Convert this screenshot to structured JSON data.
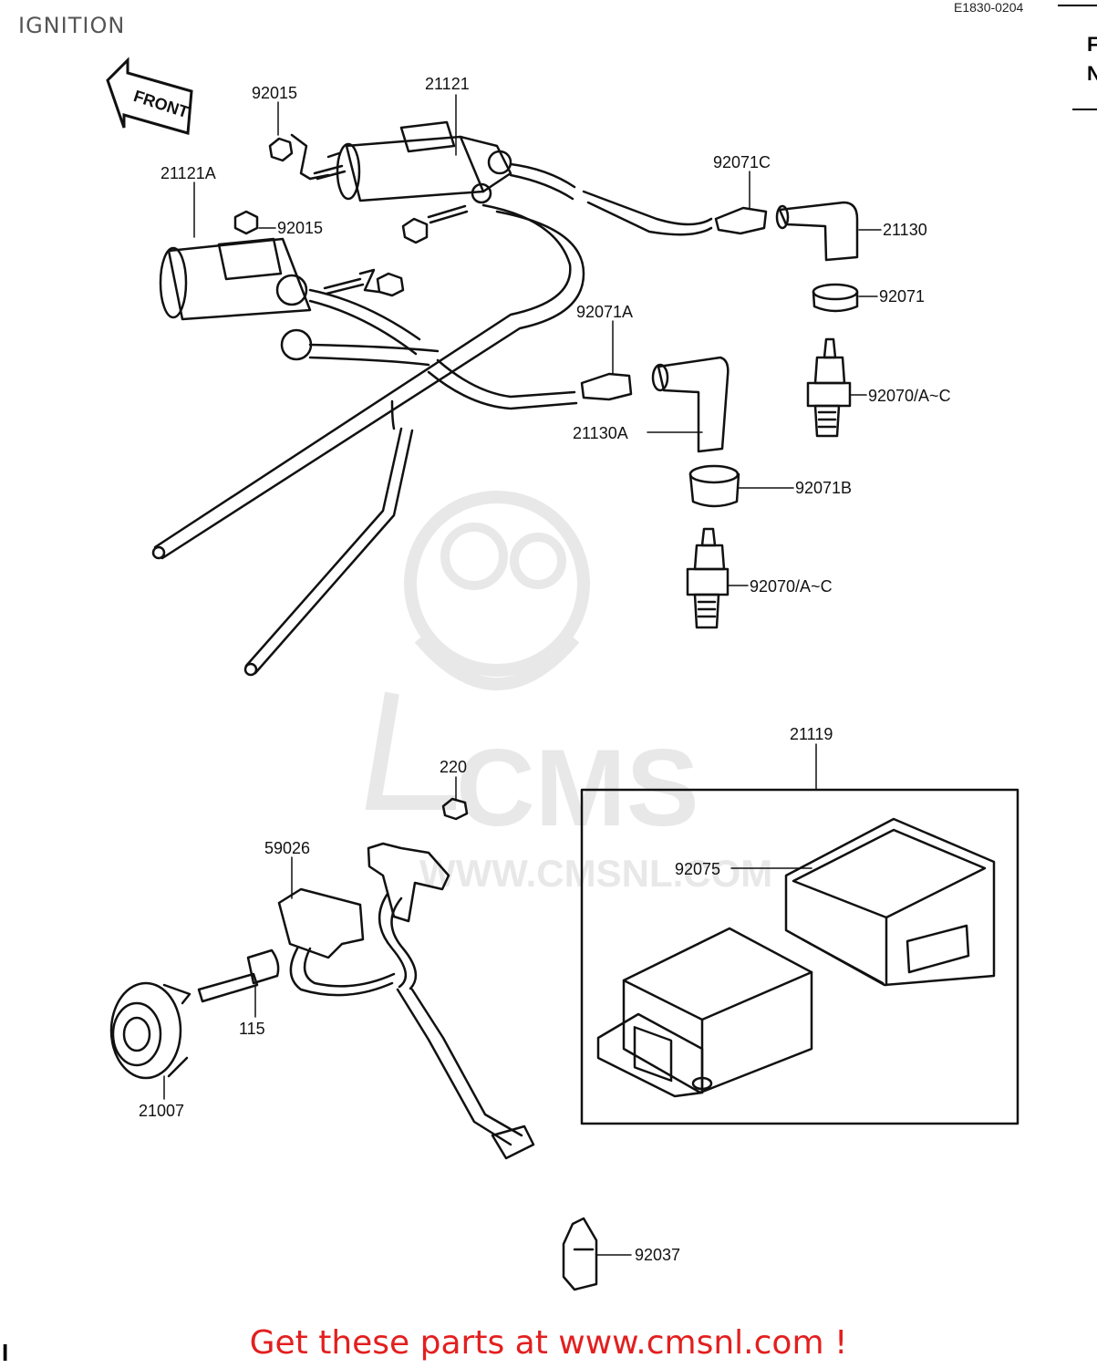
{
  "header": {
    "title": "IGNITION",
    "diagram_code": "E1830-0204"
  },
  "front_arrow_label": "FRONT",
  "watermark": {
    "brand": "CMS",
    "url": "WWW.CMSNL.COM"
  },
  "part_labels": {
    "p92015_top": "92015",
    "p21121": "21121",
    "p21121A": "21121A",
    "p92015_mid": "92015",
    "p92071C": "92071C",
    "p21130": "21130",
    "p92071": "92071",
    "p92071A": "92071A",
    "p92070_right": "92070/A~C",
    "p21130A": "21130A",
    "p92071B": "92071B",
    "p92070_mid": "92070/A~C",
    "p21119": "21119",
    "p220": "220",
    "p59026": "59026",
    "p92075": "92075",
    "p115": "115",
    "p21007": "21007",
    "p92037": "92037"
  },
  "footer": {
    "cta": "Get these parts at www.cmsnl.com !"
  },
  "edge_marks": [
    "F",
    "N",
    "I"
  ]
}
